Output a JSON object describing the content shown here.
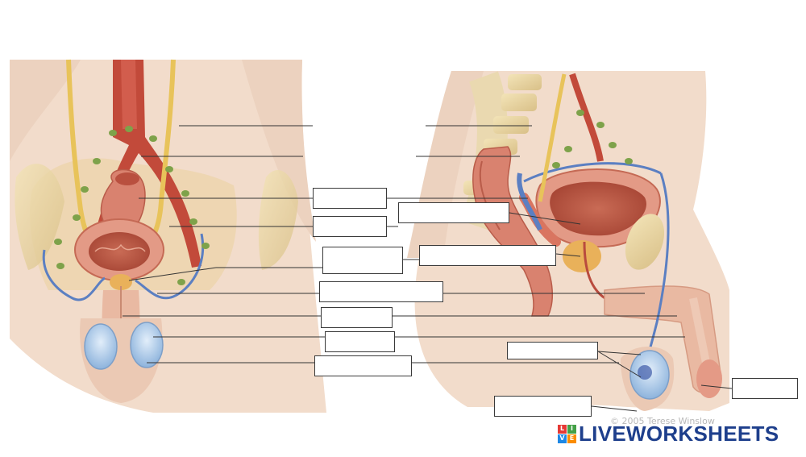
{
  "worksheet": {
    "answer_boxes": [
      {
        "name": "answer-box-1",
        "value": "",
        "placeholder": ""
      },
      {
        "name": "answer-box-2",
        "value": "",
        "placeholder": ""
      },
      {
        "name": "answer-box-3",
        "value": "",
        "placeholder": ""
      },
      {
        "name": "answer-box-4",
        "value": "",
        "placeholder": ""
      },
      {
        "name": "answer-box-5",
        "value": "",
        "placeholder": ""
      },
      {
        "name": "answer-box-6",
        "value": "",
        "placeholder": ""
      },
      {
        "name": "answer-box-7",
        "value": "",
        "placeholder": ""
      },
      {
        "name": "answer-box-8",
        "value": "",
        "placeholder": ""
      },
      {
        "name": "answer-box-9",
        "value": "",
        "placeholder": ""
      },
      {
        "name": "answer-box-10",
        "value": "",
        "placeholder": ""
      },
      {
        "name": "answer-box-11",
        "value": "",
        "placeholder": ""
      },
      {
        "name": "answer-box-12",
        "value": "",
        "placeholder": ""
      }
    ]
  },
  "copyright": "© 2005 Terese Winslow",
  "brand": {
    "text": "LIVEWORKSHEETS",
    "mark_letters": [
      "L",
      "I",
      "V",
      "E"
    ],
    "mark_colors": [
      "#e53935",
      "#43a047",
      "#1e88e5",
      "#fb8c00"
    ],
    "text_color": "#1e3f8c"
  },
  "colors": {
    "tissue": "#d9826f",
    "muscle": "#b94b3e",
    "artery": "#c24a3a",
    "vein": "#5b7fc2",
    "ureter": "#e8c35a",
    "gland": "#e9b15a",
    "bone": "#ecd9a6",
    "skin": "#f4dcc8",
    "lymph": "#7ea24a",
    "testis": "#a9c7e6"
  }
}
